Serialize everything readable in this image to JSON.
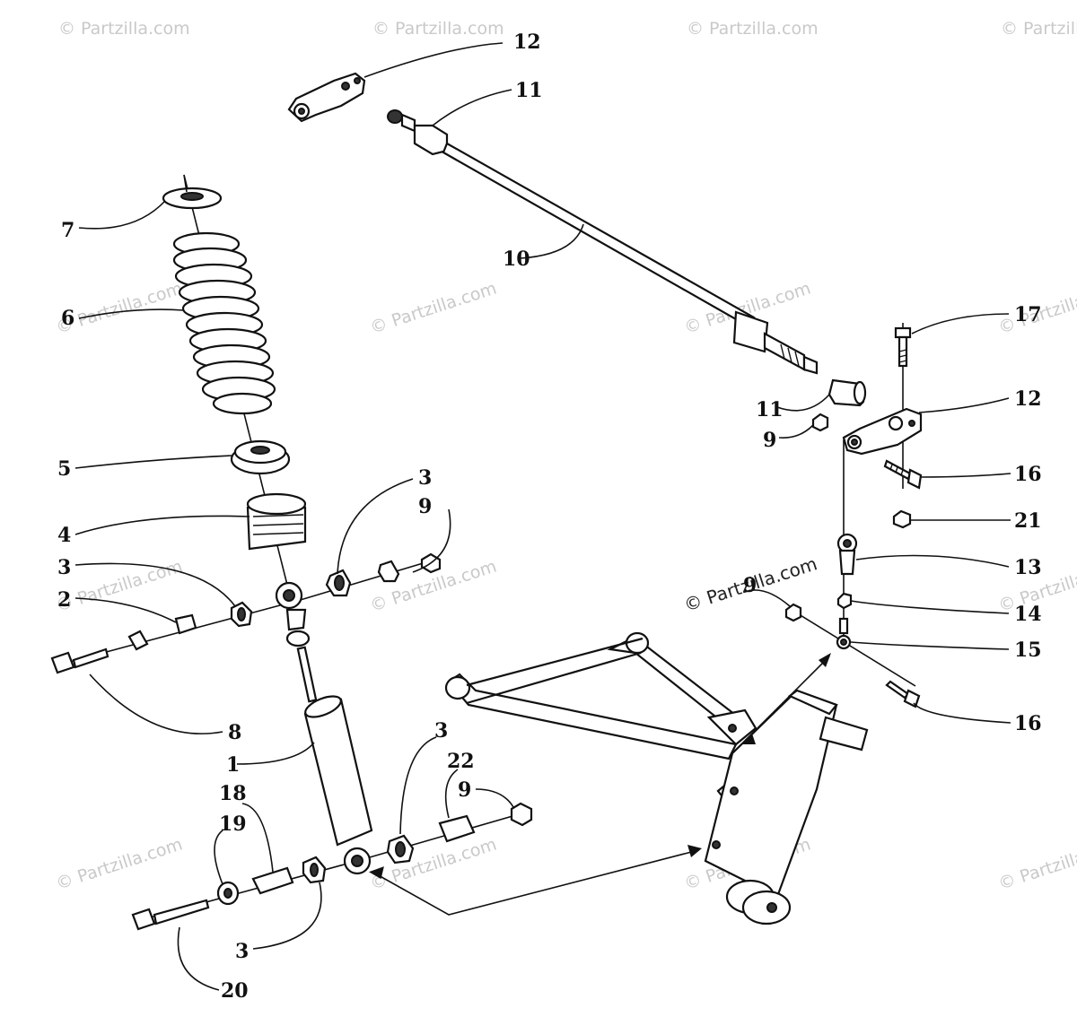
{
  "watermark": {
    "text": "© Partzilla.com",
    "prominent_text": "© Partzilla.com"
  },
  "callouts": [
    {
      "id": "c12a",
      "label": "12"
    },
    {
      "id": "c11a",
      "label": "11"
    },
    {
      "id": "c7",
      "label": "7"
    },
    {
      "id": "c10",
      "label": "10"
    },
    {
      "id": "c6",
      "label": "6"
    },
    {
      "id": "c17",
      "label": "17"
    },
    {
      "id": "c12b",
      "label": "12"
    },
    {
      "id": "c11b",
      "label": "11"
    },
    {
      "id": "c9a",
      "label": "9"
    },
    {
      "id": "c5",
      "label": "5"
    },
    {
      "id": "c16a",
      "label": "16"
    },
    {
      "id": "c3a",
      "label": "3"
    },
    {
      "id": "c9b",
      "label": "9"
    },
    {
      "id": "c21",
      "label": "21"
    },
    {
      "id": "c4",
      "label": "4"
    },
    {
      "id": "c3b",
      "label": "3"
    },
    {
      "id": "c13",
      "label": "13"
    },
    {
      "id": "c2",
      "label": "2"
    },
    {
      "id": "c9c",
      "label": "9"
    },
    {
      "id": "c14",
      "label": "14"
    },
    {
      "id": "c15",
      "label": "15"
    },
    {
      "id": "c8",
      "label": "8"
    },
    {
      "id": "c16b",
      "label": "16"
    },
    {
      "id": "c3c",
      "label": "3"
    },
    {
      "id": "c1",
      "label": "1"
    },
    {
      "id": "c22",
      "label": "22"
    },
    {
      "id": "c18",
      "label": "18"
    },
    {
      "id": "c9d",
      "label": "9"
    },
    {
      "id": "c19",
      "label": "19"
    },
    {
      "id": "c3d",
      "label": "3"
    },
    {
      "id": "c20",
      "label": "20"
    }
  ]
}
